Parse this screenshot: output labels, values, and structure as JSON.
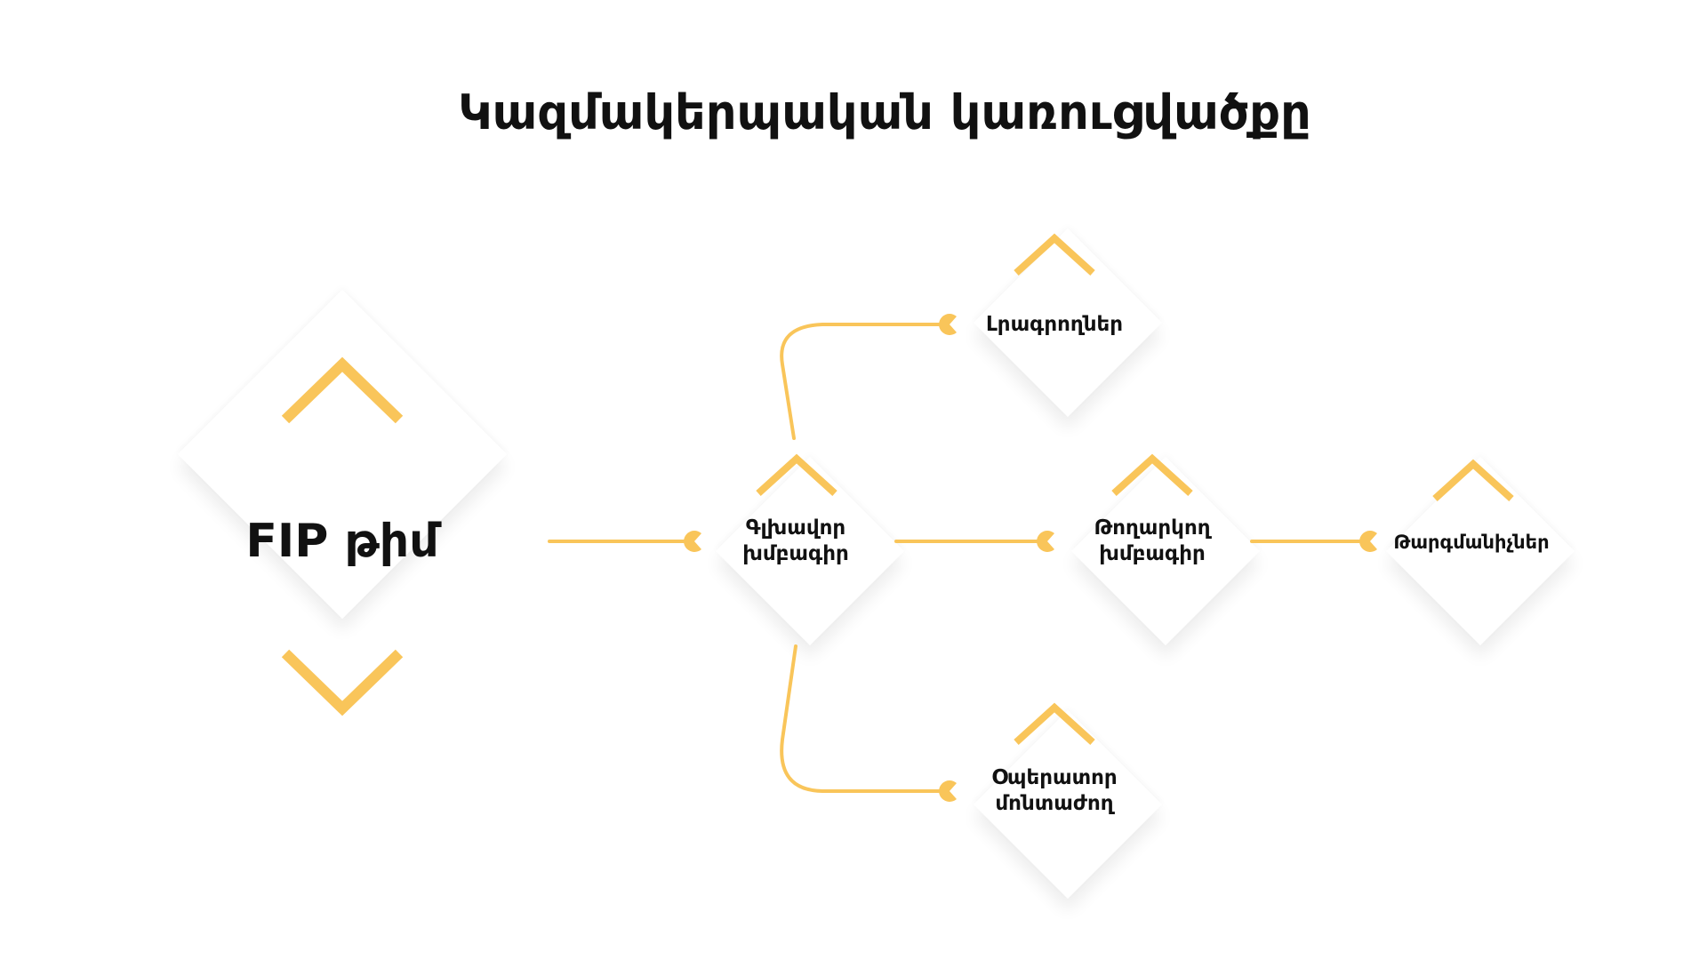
{
  "title": "Կազմակերպական կառուցվածքը",
  "colors": {
    "accent": "#F9C55A",
    "text": "#111111",
    "background": "#FFFFFF"
  },
  "nodes": {
    "root": {
      "label": "FIP թիմ"
    },
    "chief_editor": {
      "line1": "Գլխավոր",
      "line2": "խմբագիր"
    },
    "reporters": {
      "label": "Լրագրողներ"
    },
    "release_editor": {
      "line1": "Թողարկող",
      "line2": "խմբագիր"
    },
    "translators": {
      "label": "Թարգմանիչներ"
    },
    "operator": {
      "line1": "Օպերատոր",
      "line2": "մոնտաժող"
    }
  }
}
